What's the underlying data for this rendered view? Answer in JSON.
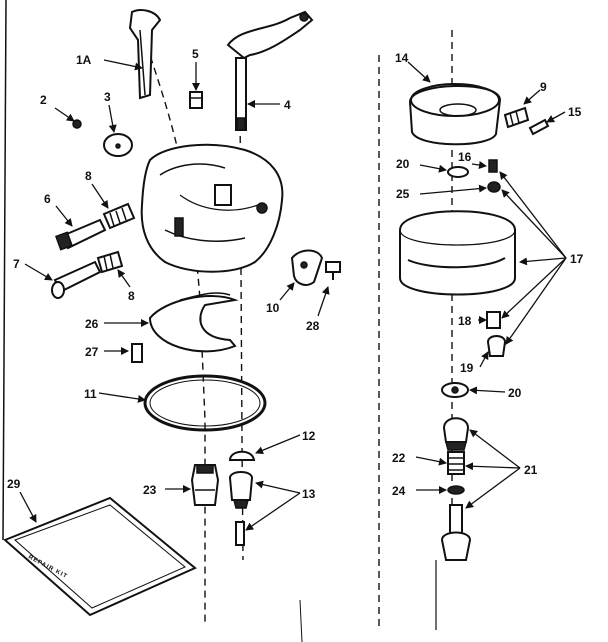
{
  "labels": {
    "l_1a": "1A",
    "l_5": "5",
    "l_4": "4",
    "l_2": "2",
    "l_3": "3",
    "l_8a": "8",
    "l_6": "6",
    "l_7": "7",
    "l_8b": "8",
    "l_10": "10",
    "l_28": "28",
    "l_26": "26",
    "l_27": "27",
    "l_11": "11",
    "l_12": "12",
    "l_13": "13",
    "l_23": "23",
    "l_29": "29",
    "l_14": "14",
    "l_9": "9",
    "l_15": "15",
    "l_16": "16",
    "l_20a": "20",
    "l_25": "25",
    "l_17": "17",
    "l_18": "18",
    "l_19": "19",
    "l_20b": "20",
    "l_22": "22",
    "l_21": "21",
    "l_24": "24"
  },
  "kit_text": "REPAIR KIT"
}
